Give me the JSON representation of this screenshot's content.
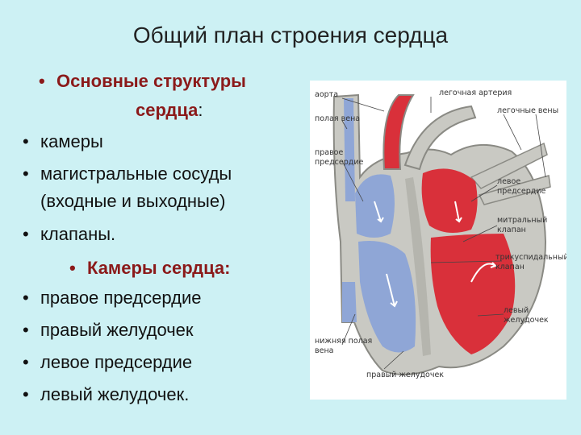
{
  "slide": {
    "title": "Общий план строения сердца",
    "heading1_line1": "Основные структуры",
    "heading1_line2": "сердца",
    "heading1_colon": ":",
    "items1": [
      "камеры",
      "магистральные сосуды",
      "(входные и выходные)",
      "клапаны."
    ],
    "heading2": "Камеры сердца:",
    "items2": [
      "правое предсердие",
      "правый желудочек",
      "левое предсердие",
      "левый желудочек."
    ],
    "bullet": "•"
  },
  "figure": {
    "labels": {
      "aorta": "аорта",
      "pulmonary_artery": "легочная артерия",
      "vena_cava": "полая вена",
      "pulmonary_veins": "легочные вены",
      "right_atrium_1": "правое",
      "right_atrium_2": "предсердие",
      "left_atrium_1": "левое",
      "left_atrium_2": "предсердие",
      "mitral_1": "митральный",
      "mitral_2": "клапан",
      "tricuspid_1": "трикуспидальный",
      "tricuspid_2": "клапан",
      "left_ventricle_1": "левый",
      "left_ventricle_2": "желудочек",
      "inferior_vena_1": "нижняя полая",
      "inferior_vena_2": "вена",
      "right_ventricle": "правый желудочек"
    },
    "colors": {
      "oxygenated": "#d9303a",
      "deoxygenated": "#8fa6d6",
      "wall": "#c9c9c3",
      "background": "#cdf1f4"
    }
  }
}
